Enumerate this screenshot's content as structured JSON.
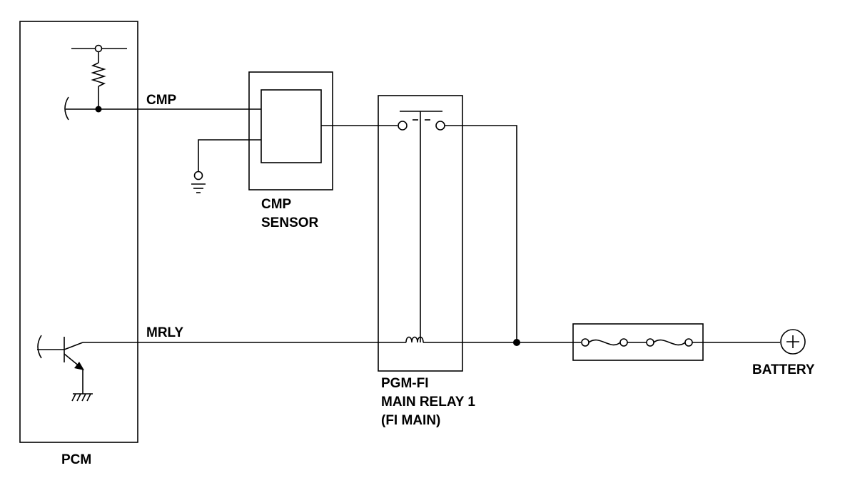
{
  "labels": {
    "cmp_signal": "CMP",
    "mrly_signal": "MRLY",
    "pcm": "PCM",
    "cmp_sensor": [
      "CMP",
      "SENSOR"
    ],
    "relay": [
      "PGM-FI",
      "MAIN RELAY 1",
      "(FI MAIN)"
    ],
    "battery": "BATTERY"
  },
  "colors": {
    "line": "#000000",
    "background": "#ffffff"
  },
  "icons": {
    "resistor": "resistor-icon",
    "transistor": "transistor-icon",
    "ground": "ground-icon",
    "relay_coil": "coil-icon",
    "relay_switch": "switch-icon",
    "fuse": "fuse-icon",
    "battery": "battery-plus-icon"
  }
}
